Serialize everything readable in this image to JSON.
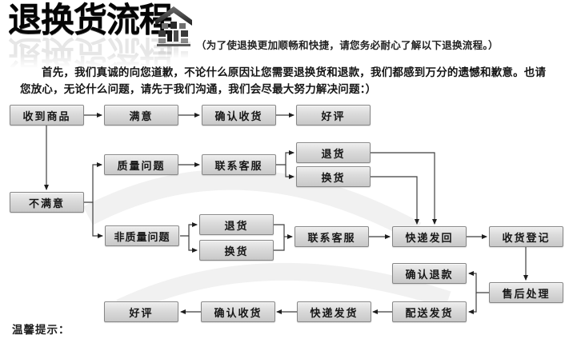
{
  "header": {
    "logo_text": "退换货流程",
    "subtitle": "（为了使退换更加顺畅和快捷，请您务必耐心了解以下退换流程。）"
  },
  "intro_text": "首先，我们真诚的向您道歉，不论什么原因让您需要退换货和退款，我们都感到万分的遗憾和歉意。也请您放心，无论什么问题，请先于我们沟通，我们会尽最大努力解决问题：）",
  "flowchart": {
    "nodes": {
      "received": "收到商品",
      "satisfied": "满意",
      "confirm_receipt_top": "确认收货",
      "good_review_top": "好评",
      "quality_issue": "质量问题",
      "contact_service_top": "联系客服",
      "return_quality": "退货",
      "exchange_quality": "换货",
      "unsatisfied": "不满意",
      "non_quality_issue": "非质量问题",
      "return_non_quality": "退货",
      "exchange_non_quality": "换货",
      "contact_service_mid": "联系客服",
      "express_send_back": "快递发回",
      "receipt_registration": "收货登记",
      "confirm_refund": "确认退款",
      "after_sales_processing": "售后处理",
      "dispatch_goods": "配送发货",
      "express_ship": "快递发货",
      "confirm_receipt_bottom": "确认收货",
      "good_review_bottom": "好评"
    }
  },
  "footer": {
    "tips_label": "温馨提示："
  },
  "colors": {
    "box_fill_top": "#eeeeee",
    "box_fill_bottom": "#c8c8c8",
    "box_border": "#868686",
    "line": "#3f3f3f",
    "text": "#161616",
    "background": "#ffffff"
  }
}
